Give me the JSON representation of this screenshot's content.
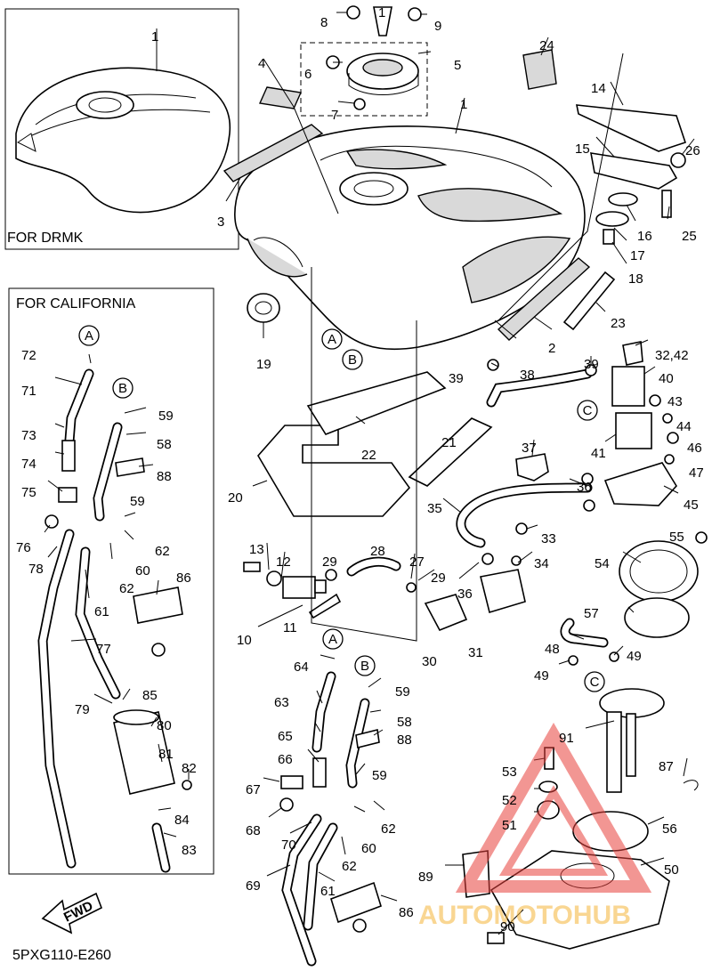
{
  "diagram": {
    "drawing_code": "5PXG110-E260",
    "boxes": {
      "drmk": "FOR DRMK",
      "california": "FOR CALIFORNIA"
    },
    "fwd_label": "FWD",
    "watermark": "AUTOMOTOHUB",
    "callouts": [
      {
        "id": "c1a",
        "text": "1"
      },
      {
        "id": "c1b",
        "text": "1"
      },
      {
        "id": "c1c",
        "text": "1"
      },
      {
        "id": "c2",
        "text": "2"
      },
      {
        "id": "c3",
        "text": "3"
      },
      {
        "id": "c4",
        "text": "4"
      },
      {
        "id": "c5",
        "text": "5"
      },
      {
        "id": "c6",
        "text": "6"
      },
      {
        "id": "c7",
        "text": "7"
      },
      {
        "id": "c8",
        "text": "8"
      },
      {
        "id": "c9",
        "text": "9"
      },
      {
        "id": "c10",
        "text": "10"
      },
      {
        "id": "c11",
        "text": "11"
      },
      {
        "id": "c12",
        "text": "12"
      },
      {
        "id": "c13",
        "text": "13"
      },
      {
        "id": "c14",
        "text": "14"
      },
      {
        "id": "c15",
        "text": "15"
      },
      {
        "id": "c16",
        "text": "16"
      },
      {
        "id": "c17",
        "text": "17"
      },
      {
        "id": "c18",
        "text": "18"
      },
      {
        "id": "c19",
        "text": "19"
      },
      {
        "id": "c20",
        "text": "20"
      },
      {
        "id": "c21",
        "text": "21"
      },
      {
        "id": "c22",
        "text": "22"
      },
      {
        "id": "c23",
        "text": "23"
      },
      {
        "id": "c24",
        "text": "24"
      },
      {
        "id": "c25",
        "text": "25"
      },
      {
        "id": "c26",
        "text": "26"
      },
      {
        "id": "c27",
        "text": "27"
      },
      {
        "id": "c28",
        "text": "28"
      },
      {
        "id": "c29a",
        "text": "29"
      },
      {
        "id": "c29b",
        "text": "29"
      },
      {
        "id": "c30",
        "text": "30"
      },
      {
        "id": "c31",
        "text": "31"
      },
      {
        "id": "c32",
        "text": "32,42"
      },
      {
        "id": "c33",
        "text": "33"
      },
      {
        "id": "c34",
        "text": "34"
      },
      {
        "id": "c35",
        "text": "35"
      },
      {
        "id": "c36a",
        "text": "36"
      },
      {
        "id": "c36b",
        "text": "36"
      },
      {
        "id": "c37",
        "text": "37"
      },
      {
        "id": "c38",
        "text": "38"
      },
      {
        "id": "c39a",
        "text": "39"
      },
      {
        "id": "c39b",
        "text": "39"
      },
      {
        "id": "c40",
        "text": "40"
      },
      {
        "id": "c41",
        "text": "41"
      },
      {
        "id": "c43",
        "text": "43"
      },
      {
        "id": "c44",
        "text": "44"
      },
      {
        "id": "c45",
        "text": "45"
      },
      {
        "id": "c46",
        "text": "46"
      },
      {
        "id": "c47",
        "text": "47"
      },
      {
        "id": "c48",
        "text": "48"
      },
      {
        "id": "c49a",
        "text": "49"
      },
      {
        "id": "c49b",
        "text": "49"
      },
      {
        "id": "c50",
        "text": "50"
      },
      {
        "id": "c51",
        "text": "51"
      },
      {
        "id": "c52",
        "text": "52"
      },
      {
        "id": "c53",
        "text": "53"
      },
      {
        "id": "c54",
        "text": "54"
      },
      {
        "id": "c55",
        "text": "55"
      },
      {
        "id": "c56",
        "text": "56"
      },
      {
        "id": "c57",
        "text": "57"
      },
      {
        "id": "c58a",
        "text": "58"
      },
      {
        "id": "c58b",
        "text": "58"
      },
      {
        "id": "c59a",
        "text": "59"
      },
      {
        "id": "c59b",
        "text": "59"
      },
      {
        "id": "c59c",
        "text": "59"
      },
      {
        "id": "c59d",
        "text": "59"
      },
      {
        "id": "c60a",
        "text": "60"
      },
      {
        "id": "c60b",
        "text": "60"
      },
      {
        "id": "c61a",
        "text": "61"
      },
      {
        "id": "c61b",
        "text": "61"
      },
      {
        "id": "c62a",
        "text": "62"
      },
      {
        "id": "c62b",
        "text": "62"
      },
      {
        "id": "c62c",
        "text": "62"
      },
      {
        "id": "c62d",
        "text": "62"
      },
      {
        "id": "c63",
        "text": "63"
      },
      {
        "id": "c64",
        "text": "64"
      },
      {
        "id": "c65",
        "text": "65"
      },
      {
        "id": "c66",
        "text": "66"
      },
      {
        "id": "c67",
        "text": "67"
      },
      {
        "id": "c68",
        "text": "68"
      },
      {
        "id": "c69",
        "text": "69"
      },
      {
        "id": "c70",
        "text": "70"
      },
      {
        "id": "c71",
        "text": "71"
      },
      {
        "id": "c72",
        "text": "72"
      },
      {
        "id": "c73",
        "text": "73"
      },
      {
        "id": "c74",
        "text": "74"
      },
      {
        "id": "c75",
        "text": "75"
      },
      {
        "id": "c76",
        "text": "76"
      },
      {
        "id": "c77",
        "text": "77"
      },
      {
        "id": "c78",
        "text": "78"
      },
      {
        "id": "c79",
        "text": "79"
      },
      {
        "id": "c80",
        "text": "80"
      },
      {
        "id": "c81",
        "text": "81"
      },
      {
        "id": "c82",
        "text": "82"
      },
      {
        "id": "c83",
        "text": "83"
      },
      {
        "id": "c84",
        "text": "84"
      },
      {
        "id": "c85",
        "text": "85"
      },
      {
        "id": "c86a",
        "text": "86"
      },
      {
        "id": "c86b",
        "text": "86"
      },
      {
        "id": "c87",
        "text": "87"
      },
      {
        "id": "c88a",
        "text": "88"
      },
      {
        "id": "c88b",
        "text": "88"
      },
      {
        "id": "c89",
        "text": "89"
      },
      {
        "id": "c90",
        "text": "90"
      },
      {
        "id": "c91",
        "text": "91"
      }
    ],
    "refs": [
      {
        "id": "rA1",
        "text": "A"
      },
      {
        "id": "rB1",
        "text": "B"
      },
      {
        "id": "rC1",
        "text": "C"
      },
      {
        "id": "rC2",
        "text": "C"
      },
      {
        "id": "rA2",
        "text": "A"
      },
      {
        "id": "rB2",
        "text": "B"
      },
      {
        "id": "rA3",
        "text": "A"
      },
      {
        "id": "rB3",
        "text": "B"
      }
    ],
    "colors": {
      "ink": "#000000",
      "paper": "#ffffff",
      "watermark": "#e8413c",
      "watermark_text": "#f5b53a"
    }
  }
}
